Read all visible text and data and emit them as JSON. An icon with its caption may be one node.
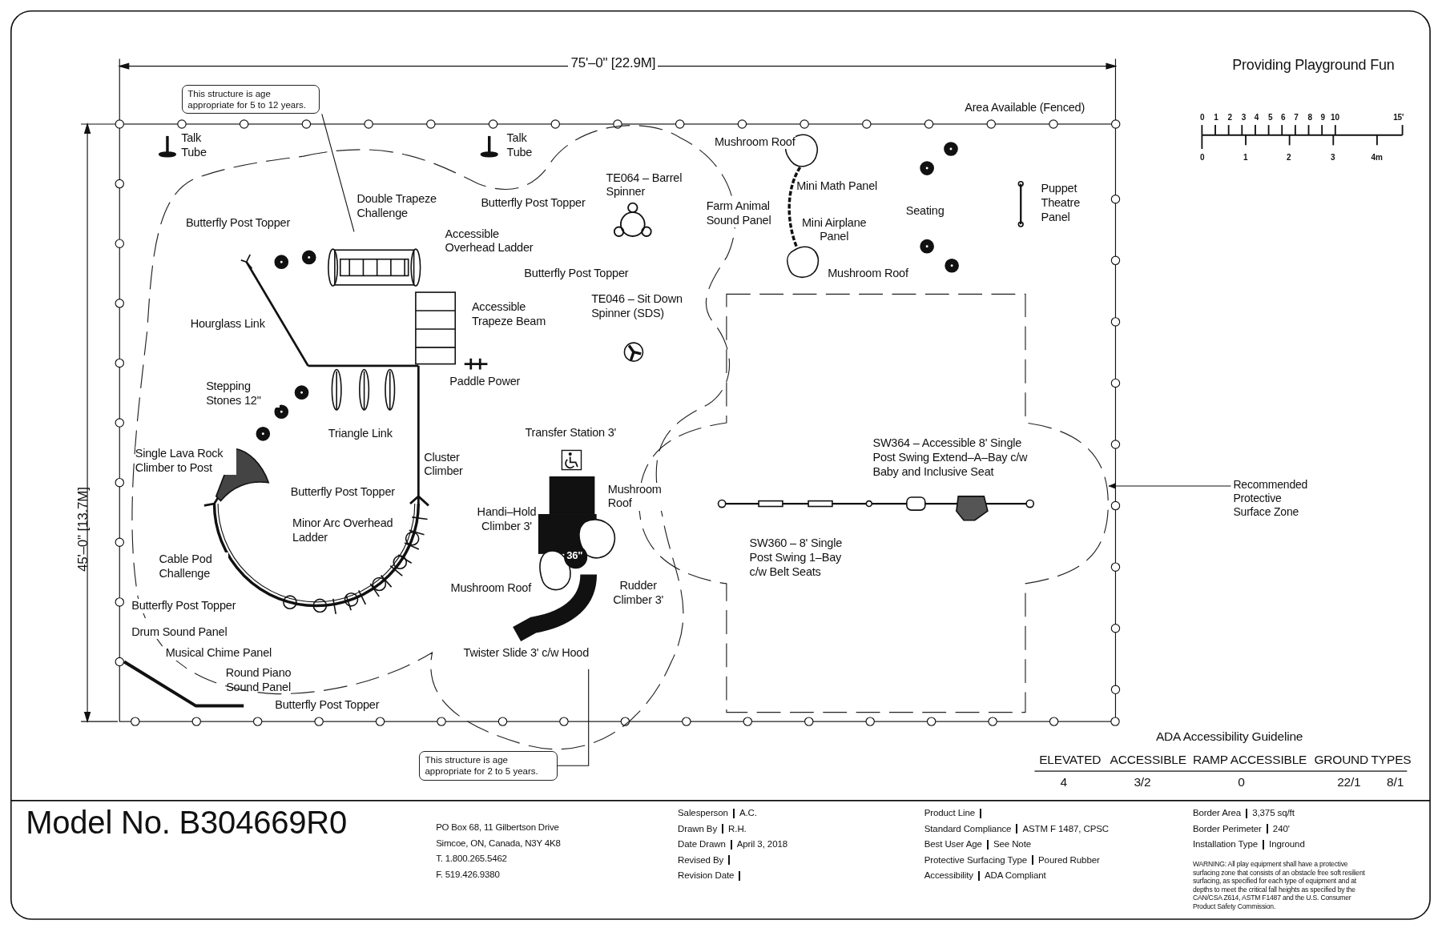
{
  "diagram": {
    "nodes": [
      {
        "text": [
          "This structure is age appropriate for 5 to 12 years."
        ]
      },
      {
        "text": [
          "This structure is age appropriate for 2 to 5 years."
        ]
      },
      {
        "text": [
          "Recommended Protective Surface Zone"
        ]
      },
      {
        "text": [],
        "shape": "box"
      }
    ],
    "edges": [
      {
        "from": 0,
        "to": null,
        "arrow": "none"
      },
      {
        "from": 1,
        "to": null,
        "arrow": "none"
      },
      {
        "from": 2,
        "to": 3,
        "arrow": "to"
      }
    ],
    "labels": [
      "75'–0\" [22.9M]",
      "45'–0\" [13.7M]",
      "Providing Playground Fun",
      "0",
      "1",
      "2",
      "3",
      "4",
      "5",
      "6",
      "7",
      "8",
      "9",
      "10",
      "15'",
      "0",
      "1",
      "2",
      "3",
      "4m",
      "Area Available (Fenced)",
      "Talk Tube",
      "Talk Tube",
      "Mushroom Roof",
      "TE064 – Barrel Spinner",
      "Mini Math Panel",
      "Puppet Theatre Panel",
      "Double Trapeze Challenge",
      "Butterfly Post Topper",
      "Farm Animal Sound Panel",
      "Seating",
      "Butterfly Post Topper",
      "Mini Airplane Panel",
      "Accessible Overhead Ladder",
      "Butterfly Post Topper",
      "Mushroom Roof",
      "Accessible Trapeze Beam",
      "TE046 – Sit Down Spinner (SDS)",
      "Hourglass Link",
      "Paddle Power",
      "Stepping Stones 12\"",
      "Triangle Link",
      "Transfer Station 3'",
      "SW364 – Accessible 8' Single Post Swing Extend–A–Bay c/w Baby and Inclusive Seat",
      "Single Lava Rock Climber to Post",
      "Cluster Climber",
      "Mushroom Roof",
      "Butterfly Post Topper",
      "Handi–Hold Climber 3'",
      "Minor Arc Overhead Ladder",
      "SW360 – 8' Single Post Swing 1–Bay c/w Belt Seats",
      "36\"",
      "Cable Pod Challenge",
      "Mushroom Roof",
      "Rudder Climber 3'",
      "Butterfly Post Topper",
      "Drum Sound Panel",
      "Musical Chime Panel",
      "Twister Slide 3' c/w Hood",
      "Round Piano Sound Panel",
      "Butterfly Post Topper",
      "ADA Accessibility Guideline",
      "ELEVATED",
      "ACCESSIBLE",
      "RAMP ACCESSIBLE",
      "GROUND",
      "TYPES",
      "4",
      "3/2",
      "0",
      "22/1",
      "8/1",
      "Model No. B304669R0",
      "PO Box 68, 11 Gilbertson Drive",
      "Simcoe, ON, Canada, N3Y 4K8",
      "T. 1.800.265.5462",
      "F. 519.426.9380",
      "Salesperson",
      "A.C.",
      "Drawn By",
      "R.H.",
      "Date Drawn",
      "April 3, 2018",
      "Revised By",
      "Revision Date",
      "Product Line",
      "Standard Compliance",
      "ASTM F 1487, CPSC",
      "Best User Age",
      "See Note",
      "Protective Surfacing Type",
      "Poured Rubber",
      "Accessibility",
      "ADA Compliant",
      "Border Area",
      "3,375 sq/ft",
      "Border Perimeter",
      "240'",
      "Installation Type",
      "Inground",
      "WARNING: All play equipment shall have a protective surfacing zone that consists of an obstacle free soft resilient surfacing, as specified for each type of equipment and at depths to meet the critical fall heights as specified by the CAN/CSA Z614, ASTM F1487 and the U.S. Consumer Product Safety Commission."
    ]
  }
}
